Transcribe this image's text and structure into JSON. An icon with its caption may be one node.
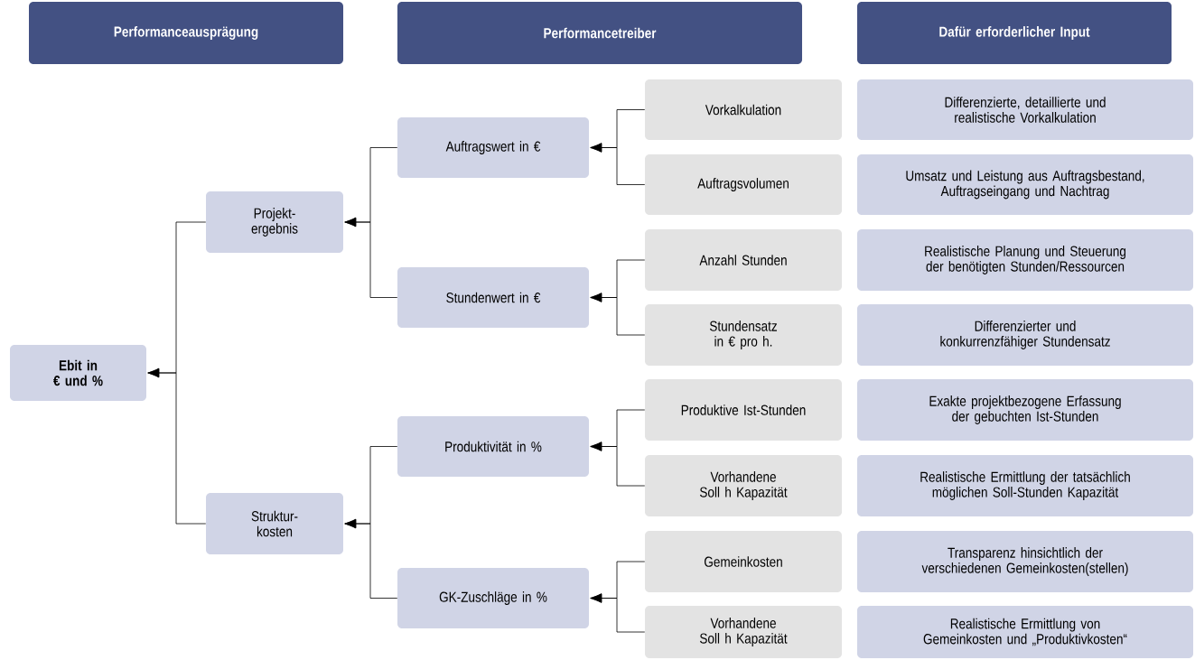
{
  "diagram": {
    "nodes": [
      {
        "text": [
          "Performanceausprägung"
        ]
      },
      {
        "text": [
          "Performancetreiber"
        ]
      },
      {
        "text": [
          "Dafür erforderlicher Input"
        ]
      },
      {
        "text": [
          "Ebit in € und %"
        ]
      },
      {
        "text": [
          "Projekt- ergebnis"
        ]
      },
      {
        "text": [
          "Struktur- kosten"
        ]
      },
      {
        "text": [
          "Auftragswert in €"
        ]
      },
      {
        "text": [
          "Stundenwert  in €"
        ]
      },
      {
        "text": [
          "Produktivität in %"
        ]
      },
      {
        "text": [
          "GK-Zuschläge in %"
        ]
      },
      {
        "text": [
          "Vorkalkulation"
        ]
      },
      {
        "text": [
          "Auftragsvolumen"
        ]
      },
      {
        "text": [
          "Anzahl Stunden"
        ]
      },
      {
        "text": [
          "Stundensatz in € pro h."
        ]
      },
      {
        "text": [
          "Produktive Ist-Stunden"
        ]
      },
      {
        "text": [
          "Vorhandene Soll h Kapazität"
        ]
      },
      {
        "text": [
          "Gemeinkosten"
        ]
      },
      {
        "text": [
          "Vorhandene Soll h Kapazität"
        ]
      },
      {
        "text": [
          "Differenzierte, detaillierte und realistische Vorkalkulation"
        ]
      },
      {
        "text": [
          "Umsatz und Leistung aus Auftragsbestand, Auftragseingang und Nachtrag"
        ]
      },
      {
        "text": [
          "Realistische Planung und Steuerung der benötigten Stunden/Ressourcen"
        ]
      },
      {
        "text": [
          "Differenzierter und konkurrenzfähiger Stundensatz"
        ]
      },
      {
        "text": [
          "Exakte projektbezogene Erfassung der gebuchten Ist-Stunden"
        ]
      },
      {
        "text": [
          "Realistische Ermittlung der tatsächlich möglichen Soll-Stunden Kapazität"
        ]
      },
      {
        "text": [
          "Transparenz hinsichtlich der verschiedenen Gemeinkosten(stellen)"
        ]
      },
      {
        "text": [
          "Realistische  Ermittlung von Gemeinkosten und „Produktivkosten“"
        ]
      }
    ],
    "edges": [
      {
        "from": 4,
        "to": 3,
        "arrow": "to"
      },
      {
        "from": 5,
        "to": 3,
        "arrow": "to"
      },
      {
        "from": 6,
        "to": 4,
        "arrow": "to"
      },
      {
        "from": 7,
        "to": 4,
        "arrow": "to"
      },
      {
        "from": 8,
        "to": 5,
        "arrow": "to"
      },
      {
        "from": 9,
        "to": 5,
        "arrow": "to"
      },
      {
        "from": 10,
        "to": 6,
        "arrow": "to"
      },
      {
        "from": 11,
        "to": 6,
        "arrow": "to"
      },
      {
        "from": 12,
        "to": 7,
        "arrow": "to"
      },
      {
        "from": 13,
        "to": 7,
        "arrow": "to"
      },
      {
        "from": 14,
        "to": 8,
        "arrow": "to"
      },
      {
        "from": 15,
        "to": 8,
        "arrow": "to"
      },
      {
        "from": 16,
        "to": 9,
        "arrow": "to"
      },
      {
        "from": 17,
        "to": 9,
        "arrow": "to"
      }
    ]
  }
}
